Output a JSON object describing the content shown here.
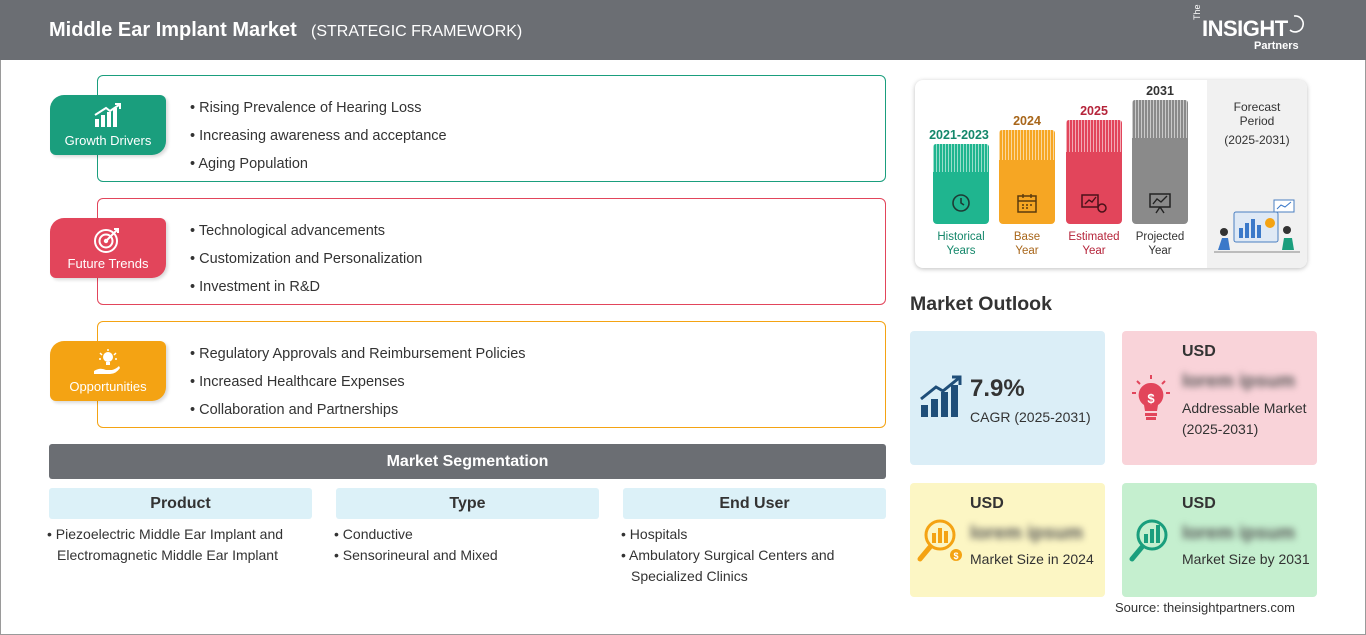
{
  "header": {
    "title": "Middle Ear Implant Market",
    "subtitle": "(STRATEGIC FRAMEWORK)",
    "logo": {
      "the": "The",
      "insight": "INSIGHT",
      "partners": "Partners"
    }
  },
  "framework": [
    {
      "label": "Growth Drivers",
      "icon": "growth-chart-icon",
      "color": "#1a9e7d",
      "items": [
        "Rising Prevalence of Hearing Loss",
        "Increasing awareness and acceptance",
        "Aging Population"
      ]
    },
    {
      "label": "Future Trends",
      "icon": "target-icon",
      "color": "#e2455b",
      "items": [
        "Technological advancements",
        "Customization and Personalization",
        "Investment in R&D"
      ]
    },
    {
      "label": "Opportunities",
      "icon": "idea-hand-icon",
      "color": "#f4a313",
      "items": [
        "Regulatory Approvals and Reimbursement Policies",
        "Increased Healthcare Expenses",
        "Collaboration and Partnerships"
      ]
    }
  ],
  "segmentation": {
    "title": "Market Segmentation",
    "columns": [
      {
        "title": "Product",
        "items": [
          "Piezoelectric Middle Ear Implant and Electromagnetic Middle Ear Implant"
        ]
      },
      {
        "title": "Type",
        "items": [
          "Conductive",
          "Sensorineural and Mixed"
        ]
      },
      {
        "title": "End User",
        "items": [
          "Hospitals",
          "Ambulatory Surgical Centers and Specialized Clinics"
        ]
      }
    ]
  },
  "timeline": {
    "periods": [
      {
        "year": "2021-2023",
        "label": [
          "Historical",
          "Years"
        ],
        "color": "#1fb58f",
        "text_color": "#14876a",
        "icon": "history-clock-icon"
      },
      {
        "year": "2024",
        "label": [
          "Base",
          "Year"
        ],
        "color": "#f6a623",
        "text_color": "#a8661a",
        "icon": "calendar-icon"
      },
      {
        "year": "2025",
        "label": [
          "Estimated",
          "Year"
        ],
        "color": "#e2455b",
        "text_color": "#b5243a",
        "icon": "estimate-chart-icon"
      },
      {
        "year": "2031",
        "label": [
          "Projected",
          "Year"
        ],
        "color": "#8a8a8a",
        "text_color": "#333333",
        "icon": "projection-board-icon"
      }
    ],
    "forecast": {
      "title": [
        "Forecast",
        "Period"
      ],
      "period": "(2025-2031)"
    }
  },
  "outlook": {
    "title": "Market Outlook",
    "cards": [
      {
        "id": "cagr",
        "value": "7.9%",
        "desc": "CAGR (2025-2031)",
        "color": "#dbeef7",
        "icon": "growth-bars-icon"
      },
      {
        "id": "addressable",
        "usd": "USD",
        "value": "lorem ipsum",
        "desc": "Addressable Market (2025-2031)",
        "color": "#f9d3d9",
        "icon": "dollar-bulb-icon"
      },
      {
        "id": "size2024",
        "usd": "USD",
        "value": "lorem ipsum",
        "desc": "Market Size in 2024",
        "color": "#fcf6c4",
        "icon": "money-magnifier-icon"
      },
      {
        "id": "size2031",
        "usd": "USD",
        "value": "lorem ipsum",
        "desc": "Market Size by 2031",
        "color": "#c5efcf",
        "icon": "chart-magnifier-icon"
      }
    ]
  },
  "source": "Source: theinsightpartners.com"
}
